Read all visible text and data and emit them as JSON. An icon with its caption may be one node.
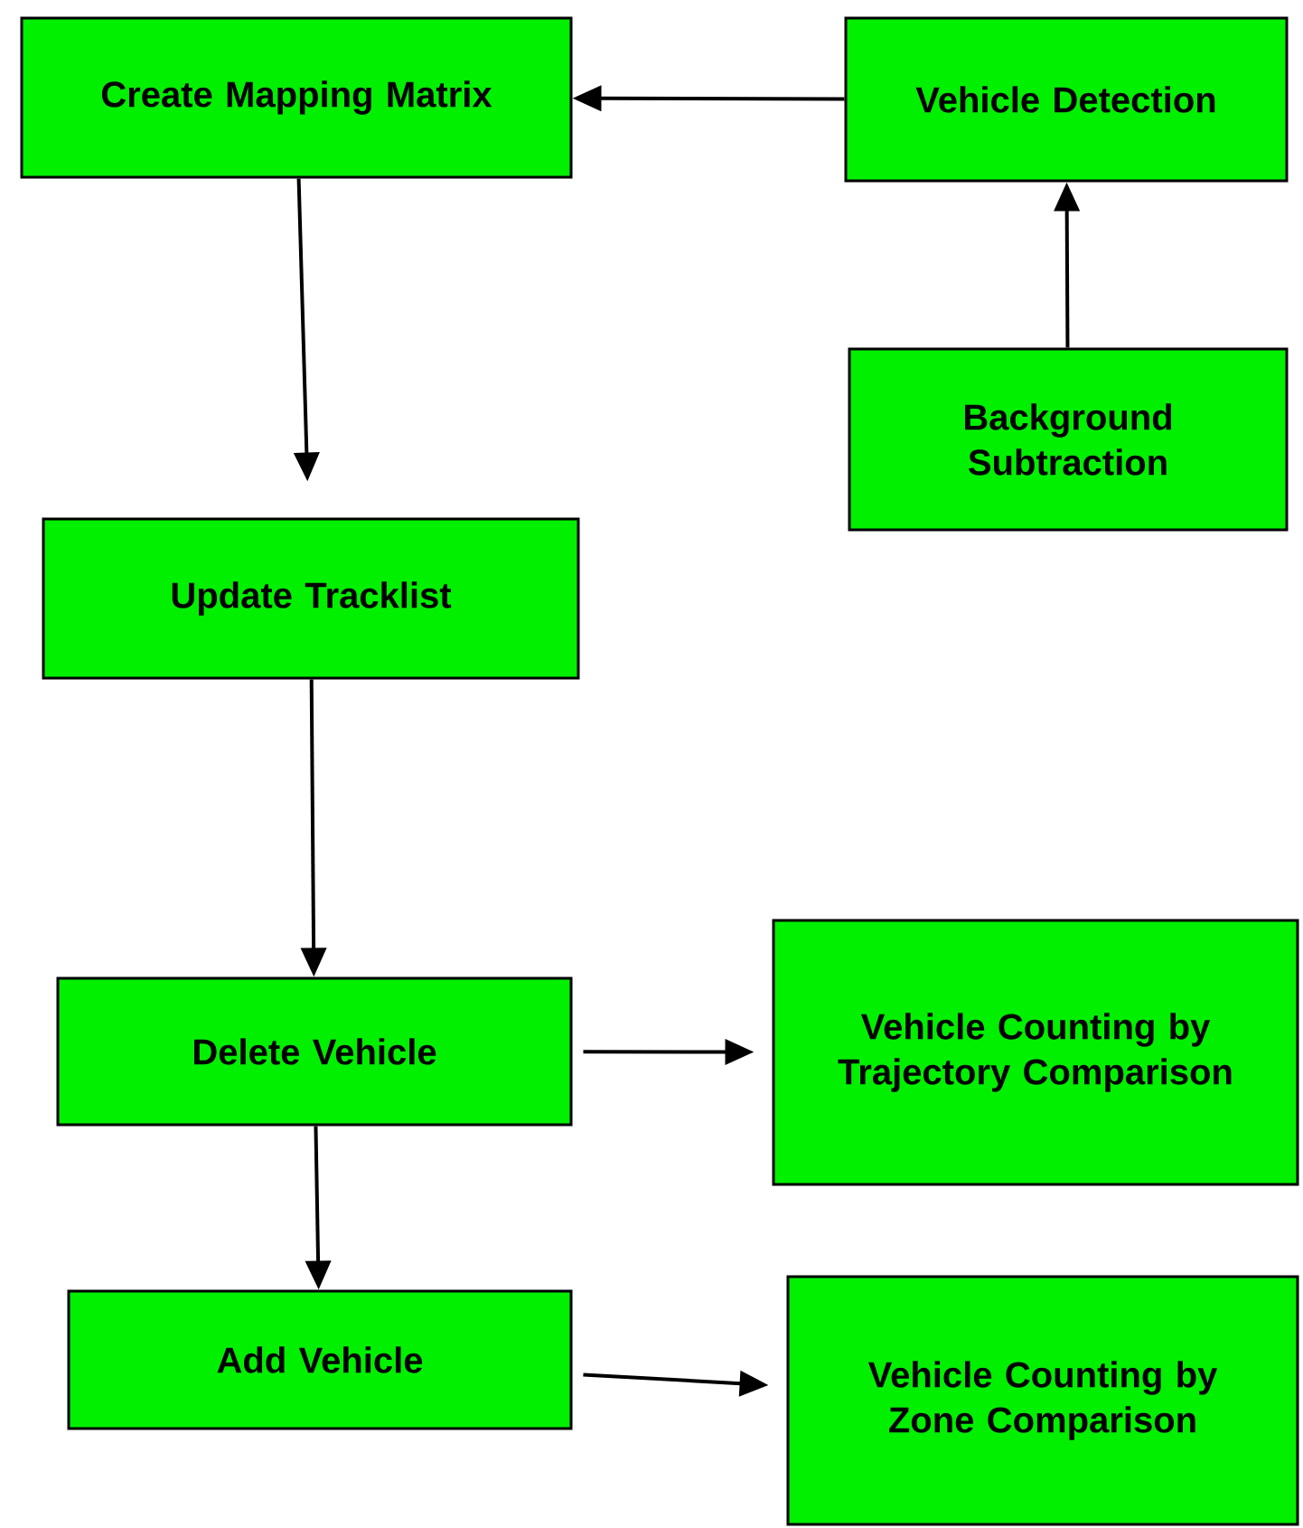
{
  "diagram": {
    "nodes": [
      {
        "text": [
          "Create Mapping Matrix"
        ]
      },
      {
        "text": [
          "Vehicle Detection"
        ]
      },
      {
        "text": [
          "Background Subtraction"
        ]
      },
      {
        "text": [
          "Update Tracklist"
        ]
      },
      {
        "text": [
          "Delete Vehicle"
        ]
      },
      {
        "text": [
          "Vehicle Counting by Trajectory Comparison"
        ]
      },
      {
        "text": [
          "Add Vehicle"
        ]
      },
      {
        "text": [
          "Vehicle Counting by Zone Comparison"
        ]
      }
    ],
    "edges": [
      {
        "from": 1,
        "to": 0,
        "arrow": "to"
      },
      {
        "from": 2,
        "to": 1,
        "arrow": "to"
      },
      {
        "from": 0,
        "to": 3,
        "arrow": "to"
      },
      {
        "from": 3,
        "to": 4,
        "arrow": "to"
      },
      {
        "from": 4,
        "to": 5,
        "arrow": "to"
      },
      {
        "from": 4,
        "to": 6,
        "arrow": "to"
      },
      {
        "from": 6,
        "to": 7,
        "arrow": "to"
      }
    ]
  }
}
